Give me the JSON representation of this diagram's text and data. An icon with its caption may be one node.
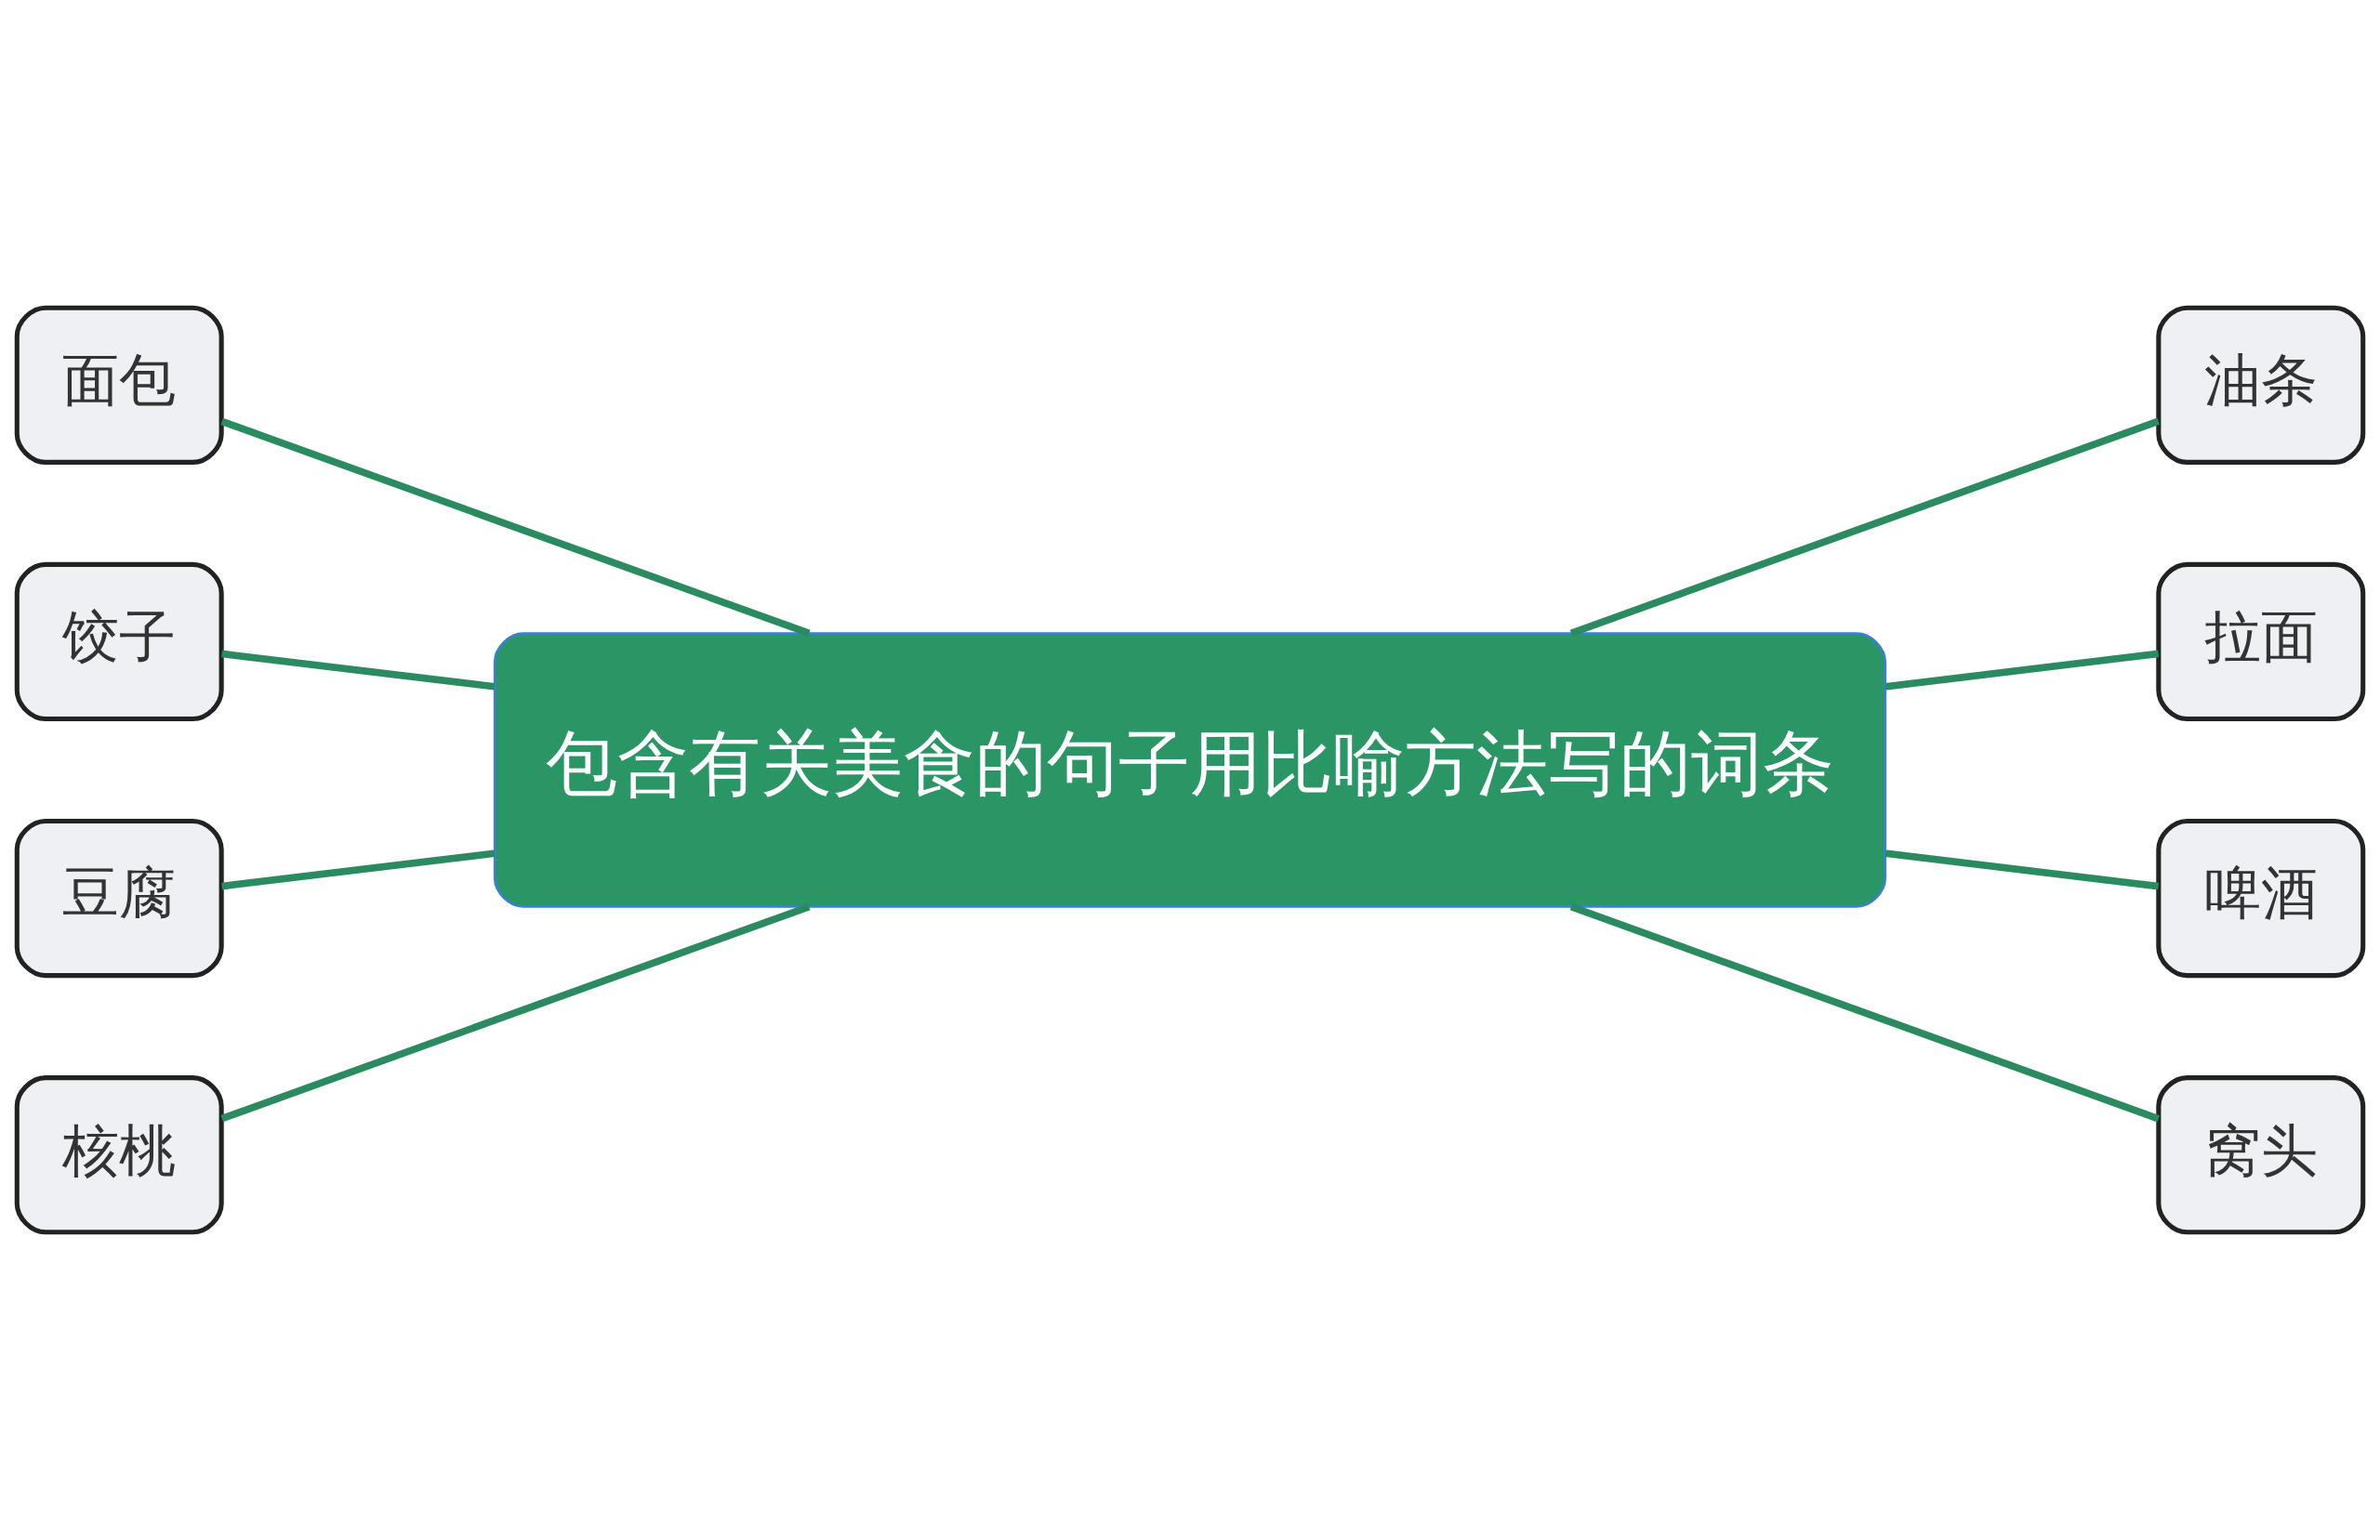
{
  "diagram": {
    "nodes": [
      {
        "text": [
          "包含有关美食的句子用比喻方法写的词条"
        ]
      },
      {
        "text": [
          "面包"
        ]
      },
      {
        "text": [
          "饺子"
        ]
      },
      {
        "text": [
          "豆腐"
        ]
      },
      {
        "text": [
          "核桃"
        ]
      },
      {
        "text": [
          "油条"
        ]
      },
      {
        "text": [
          "拉面"
        ]
      },
      {
        "text": [
          "啤酒"
        ]
      },
      {
        "text": [
          "窝头"
        ]
      }
    ],
    "edges": [
      {
        "from": 1,
        "to": 0,
        "arrow": "none"
      },
      {
        "from": 2,
        "to": 0,
        "arrow": "none"
      },
      {
        "from": 3,
        "to": 0,
        "arrow": "none"
      },
      {
        "from": 4,
        "to": 0,
        "arrow": "none"
      },
      {
        "from": 0,
        "to": 5,
        "arrow": "none"
      },
      {
        "from": 0,
        "to": 6,
        "arrow": "none"
      },
      {
        "from": 0,
        "to": 7,
        "arrow": "none"
      },
      {
        "from": 0,
        "to": 8,
        "arrow": "none"
      }
    ]
  }
}
